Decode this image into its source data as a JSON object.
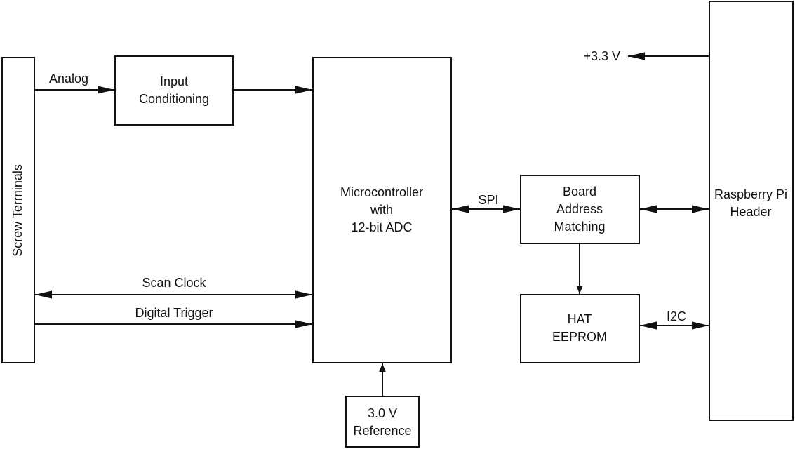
{
  "blocks": {
    "screw_terminals": "Screw Terminals",
    "input_conditioning": [
      "Input",
      "Conditioning"
    ],
    "microcontroller": [
      "Microcontroller",
      "with",
      "12-bit ADC"
    ],
    "reference": [
      "3.0 V",
      "Reference"
    ],
    "board_address": [
      "Board",
      "Address",
      "Matching"
    ],
    "hat_eeprom": [
      "HAT",
      "EEPROM"
    ],
    "rpi_header": [
      "Raspberry Pi",
      "Header"
    ]
  },
  "signals": {
    "analog": "Analog",
    "scan_clock": "Scan Clock",
    "digital_trigger": "Digital Trigger",
    "spi": "SPI",
    "i2c": "I2C",
    "supply": "+3.3 V"
  }
}
